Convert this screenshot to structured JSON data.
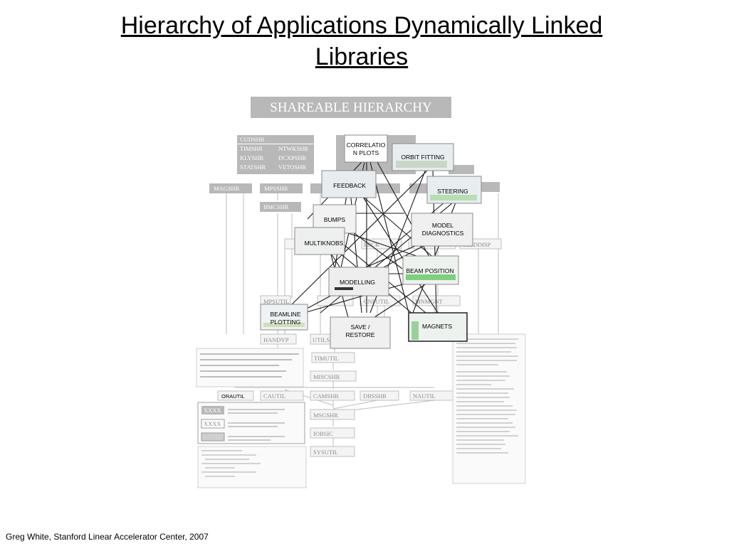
{
  "slide": {
    "title_line1": "Hierarchy of Applications Dynamically Linked",
    "title_line2": "Libraries",
    "footer": "Greg White, Stanford Linear Accelerator Center, 2007"
  },
  "diagram": {
    "banner": "SHAREABLE HIERARCHY",
    "top_group": [
      "CUDSHR",
      "TIMSHR",
      "NTWKSHR",
      "KLYSHR",
      "DCXPSHR",
      "STATSHR",
      "VETOSHR"
    ],
    "libraries": {
      "magshr": "MAGSHR",
      "mpsshr": "MPSSHR",
      "bmcshr": "BMCSHR",
      "moddisp": "MODDISP",
      "fbckutil": "FBCK",
      "mpsutil": "MPSUTIL",
      "cnfutil": "CNFUTIL",
      "mnmgnt": "MNMGNT",
      "handyp": "HANDYP",
      "utils": "UTILS",
      "timutil": "TIMUTIL",
      "miscshr": "MISCSHR",
      "orautil": "ORAUTIL",
      "cautil": "CAUTIL",
      "camshr": "CAMSHR",
      "dbsshr": "DBSSHR",
      "nautil": "NAUTIL",
      "msgshr": "MSGSHR",
      "iobsic": "IOBSIC",
      "sysutil": "SYSUTIL"
    },
    "apps": {
      "correlation": "CORRELATIO N PLOTS",
      "orbit_fitting": "ORBIT FITTING",
      "feedback": "FEEDBACK",
      "steering": "STEERING",
      "bumps": "BUMPS",
      "model_diag_1": "MODEL",
      "model_diag_2": "DIAGNOSTICS",
      "multiknobs": "MULTIKNOBS",
      "beam_position": "BEAM POSITION",
      "modelling": "MODELLING",
      "beamline_1": "BEAMLINE",
      "beamline_2": "PLOTTING",
      "save_1": "SAVE /",
      "save_2": "RESTORE",
      "magnets": "MAGNETS"
    },
    "legend": [
      "XXXX",
      "XXXX"
    ],
    "colors": {
      "box_gray": "#b8b8b8",
      "box_fill": "#f2f2f2",
      "line_gray": "#c0c0c0",
      "link_dark": "#1a1a1a"
    }
  }
}
